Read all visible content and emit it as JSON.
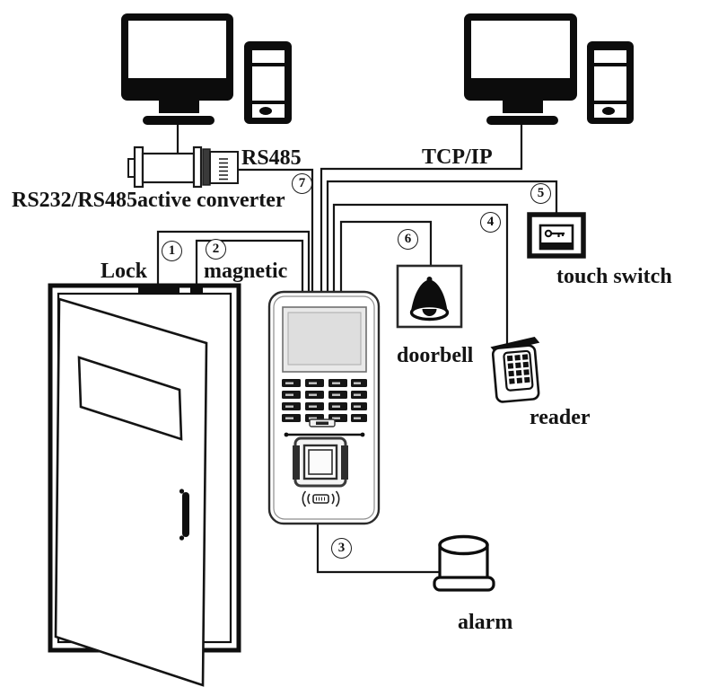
{
  "diagram": {
    "type": "access-control-system-wiring",
    "labels": {
      "rs485": "RS485",
      "converter": "RS232/RS485active converter",
      "tcpip": "TCP/IP",
      "lock": "Lock",
      "magnetic": "magnetic",
      "doorbell": "doorbell",
      "reader": "reader",
      "touch_switch": "touch switch",
      "alarm": "alarm"
    },
    "wire_numbers": {
      "n1": "1",
      "n2": "2",
      "n3": "3",
      "n4": "4",
      "n5": "5",
      "n6": "6",
      "n7": "7"
    },
    "nodes": [
      "desktop computer (RS485 side)",
      "desktop computer (TCP/IP side)",
      "RS232/RS485 active converter",
      "door with lock and magnetic contact",
      "access control terminal",
      "doorbell",
      "touch switch",
      "reader",
      "alarm"
    ],
    "connections": [
      {
        "number": "1",
        "from": "access control terminal",
        "to": "lock"
      },
      {
        "number": "2",
        "from": "access control terminal",
        "to": "magnetic contact"
      },
      {
        "number": "3",
        "from": "access control terminal",
        "to": "alarm"
      },
      {
        "number": "4",
        "from": "access control terminal",
        "to": "reader"
      },
      {
        "number": "5",
        "from": "access control terminal",
        "to": "touch switch"
      },
      {
        "number": "6",
        "from": "access control terminal",
        "to": "doorbell"
      },
      {
        "number": "7",
        "from": "access control terminal",
        "to": "computer via RS232/RS485 active converter",
        "bus": "RS485"
      },
      {
        "number": "",
        "from": "access control terminal",
        "to": "computer",
        "bus": "TCP/IP"
      }
    ],
    "colors": {
      "line": "#141414",
      "background": "#ffffff",
      "screen": "#e3e3e3"
    }
  }
}
